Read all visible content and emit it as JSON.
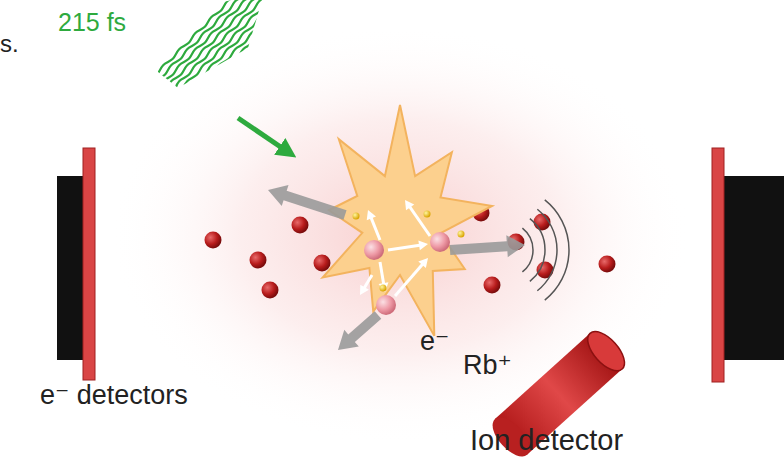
{
  "diagram": {
    "labels": [
      "s.",
      "215 fs",
      "e⁻ detectors",
      "e⁻",
      "Rb⁺",
      "Ion detector"
    ]
  }
}
